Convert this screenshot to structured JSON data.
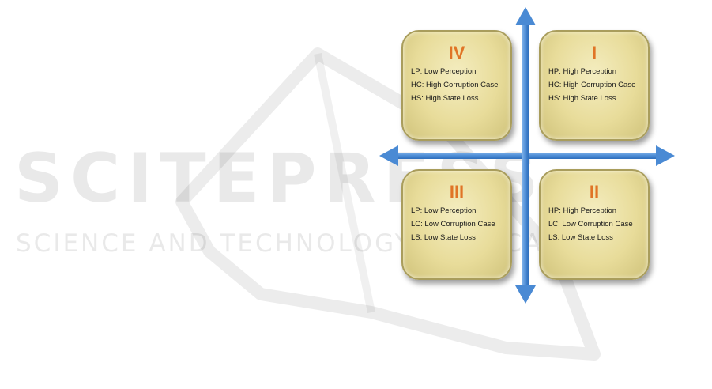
{
  "watermark": {
    "line1": "SCITEPRESS",
    "line2": "SCIENCE AND TECHNOLOGY PUBLICATIONS"
  },
  "quadrants": {
    "q4": {
      "label": "IV",
      "lines": [
        "LP: Low Perception",
        "HC: High Corruption Case",
        "HS: High State Loss"
      ]
    },
    "q1": {
      "label": "I",
      "lines": [
        "HP: High Perception",
        "HC: High Corruption Case",
        "HS: High State Loss"
      ]
    },
    "q3": {
      "label": "III",
      "lines": [
        "LP: Low Perception",
        "LC: Low Corruption Case",
        "LS: Low State Loss"
      ]
    },
    "q2": {
      "label": "II",
      "lines": [
        "HP: High Perception",
        "LC: Low Corruption Case",
        "LS: Low State Loss"
      ]
    }
  },
  "colors": {
    "arrow": "#4a8ad4",
    "numeral": "#e07426",
    "box_fill": "#e8dc9a"
  }
}
